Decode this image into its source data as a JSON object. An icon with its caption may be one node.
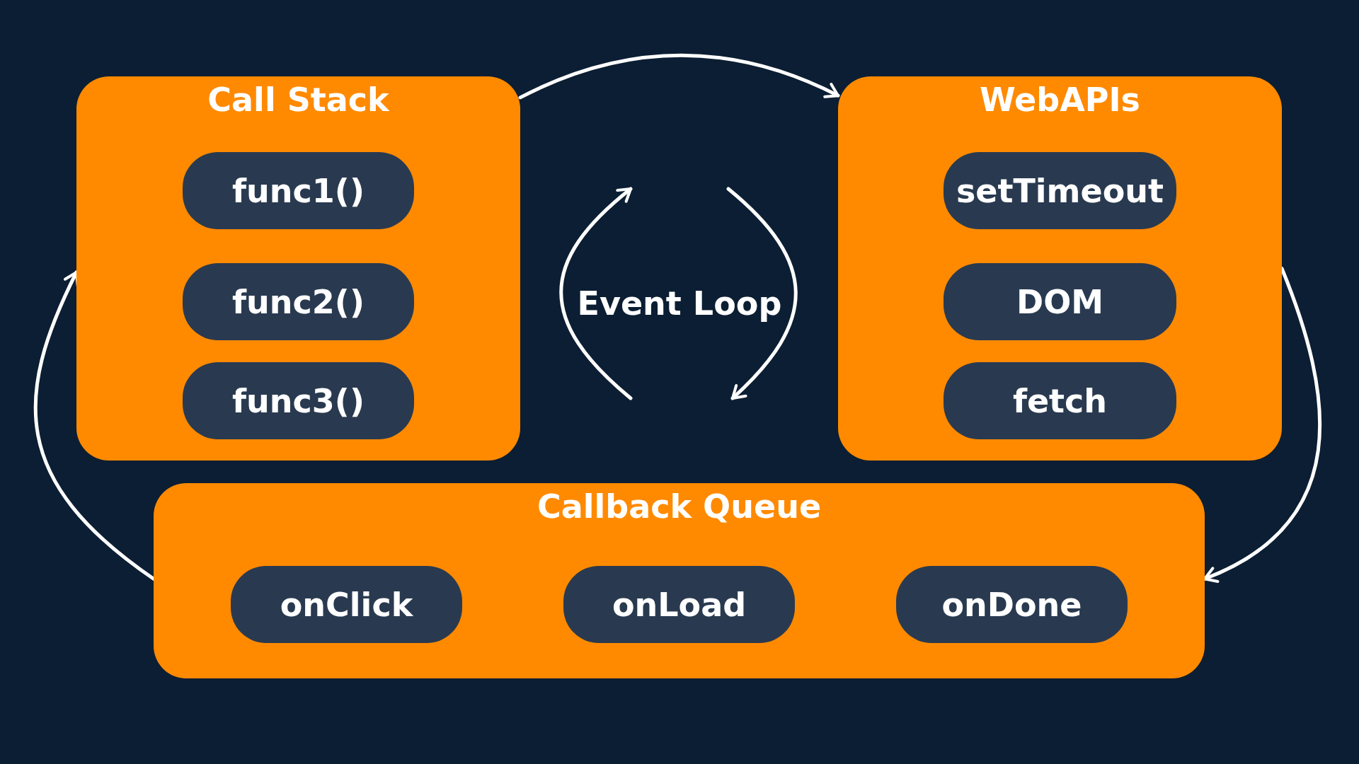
{
  "diagram": {
    "nodes": [
      {
        "text": [
          "Call Stack"
        ]
      },
      {
        "text": [
          "func1()"
        ],
        "in": 0
      },
      {
        "text": [
          "func2()"
        ],
        "in": 0
      },
      {
        "text": [
          "func3()"
        ],
        "in": 0
      },
      {
        "text": [
          "WebAPIs"
        ]
      },
      {
        "text": [
          "setTimeout"
        ],
        "in": 4
      },
      {
        "text": [
          "DOM"
        ],
        "in": 4
      },
      {
        "text": [
          "fetch"
        ],
        "in": 4
      },
      {
        "text": [
          "Callback Queue"
        ]
      },
      {
        "text": [
          "onClick"
        ],
        "in": 8
      },
      {
        "text": [
          "onLoad"
        ],
        "in": 8
      },
      {
        "text": [
          "onDone"
        ],
        "in": 8
      }
    ],
    "edges": [
      {
        "from": 0,
        "to": 4,
        "arrow": "to"
      },
      {
        "from": 4,
        "to": 8,
        "arrow": "to"
      },
      {
        "from": 8,
        "to": 0,
        "arrow": "to"
      }
    ],
    "labels": [
      "Event Loop"
    ]
  }
}
